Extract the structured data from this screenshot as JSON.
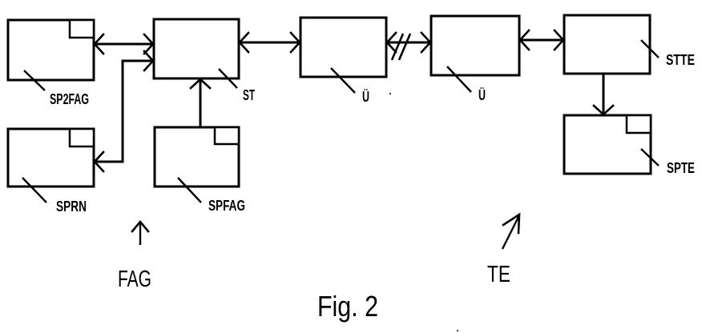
{
  "figure": {
    "caption": "Fig. 2"
  },
  "blocks": {
    "sp2fag": {
      "label": "SP2FAG",
      "memory_notch": true
    },
    "st": {
      "label": "ST",
      "memory_notch": false
    },
    "sprn": {
      "label": "SPRN",
      "memory_notch": true
    },
    "spfag": {
      "label": "SPFAG",
      "memory_notch": true
    },
    "u1": {
      "label": "Ü",
      "memory_notch": false
    },
    "u2": {
      "label": "Ü",
      "memory_notch": false
    },
    "stte": {
      "label": "STTE",
      "memory_notch": false
    },
    "spte": {
      "label": "SPTE",
      "memory_notch": true
    }
  },
  "groups": {
    "fag": {
      "label": "FAG"
    },
    "te": {
      "label": "TE"
    }
  },
  "connections": [
    {
      "from": "SP2FAG",
      "to": "ST",
      "direction": "bidirectional"
    },
    {
      "from": "ST",
      "to": "SPRN",
      "direction": "bidirectional"
    },
    {
      "from": "SPFAG",
      "to": "ST",
      "direction": "one-way"
    },
    {
      "from": "ST",
      "to": "Ü",
      "direction": "bidirectional"
    },
    {
      "from": "Ü",
      "to": "Ü",
      "direction": "bidirectional",
      "break_mark": "//"
    },
    {
      "from": "Ü",
      "to": "STTE",
      "direction": "bidirectional"
    },
    {
      "from": "STTE",
      "to": "SPTE",
      "direction": "one-way"
    }
  ]
}
